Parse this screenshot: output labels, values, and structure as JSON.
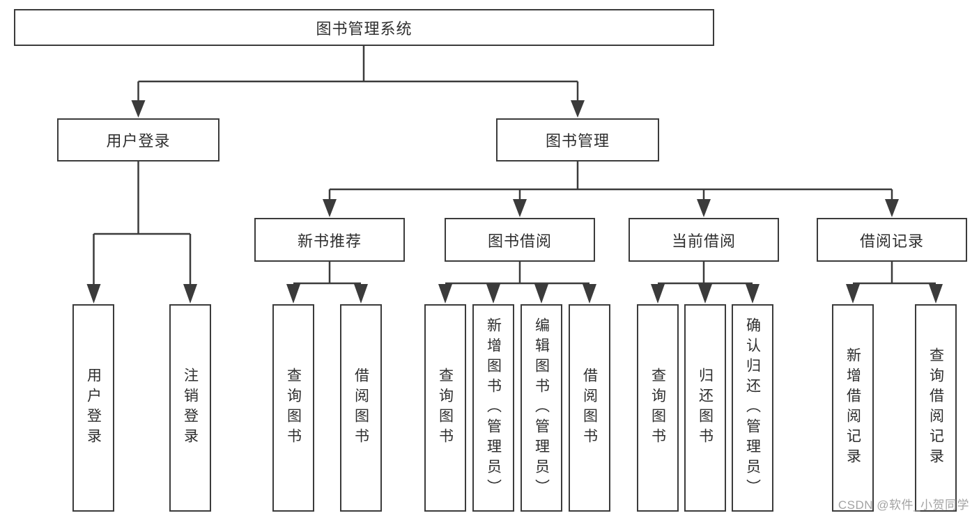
{
  "diagram_type": "hierarchy-tree",
  "colors": {
    "line": "#3b3b3b",
    "box_border": "#3b3b3b",
    "text": "#2e2e2e",
    "watermark": "#a3a3a3",
    "background": "#ffffff"
  },
  "tree": {
    "label": "图书管理系统",
    "children": [
      {
        "label": "用户登录",
        "children": [
          {
            "label": "用户登录"
          },
          {
            "label": "注销登录"
          }
        ]
      },
      {
        "label": "图书管理",
        "children": [
          {
            "label": "新书推荐",
            "children": [
              {
                "label": "查询图书"
              },
              {
                "label": "借阅图书"
              }
            ]
          },
          {
            "label": "图书借阅",
            "children": [
              {
                "label": "查询图书"
              },
              {
                "label": "新增图书（管理员）"
              },
              {
                "label": "编辑图书（管理员）"
              },
              {
                "label": "借阅图书"
              }
            ]
          },
          {
            "label": "当前借阅",
            "children": [
              {
                "label": "查询图书"
              },
              {
                "label": "归还图书"
              },
              {
                "label": "确认归还（管理员）"
              }
            ]
          },
          {
            "label": "借阅记录",
            "children": [
              {
                "label": "新增借阅记录"
              },
              {
                "label": "查询借阅记录"
              }
            ]
          }
        ]
      }
    ]
  },
  "watermark": "CSDN @软件_小贺同学"
}
